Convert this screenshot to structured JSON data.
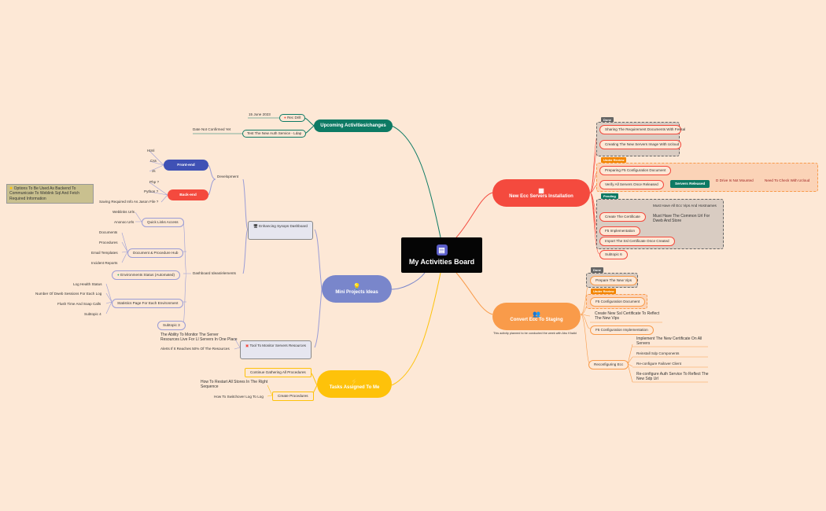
{
  "center": {
    "title": "My Activities Board",
    "icon": "board-icon"
  },
  "upcoming": {
    "title": "Upcoming Activities/changes",
    "items": [
      "Rec Drill",
      "Test The New Auth Service - Ldap"
    ],
    "rec_date": "15 June 2023",
    "ldap_note": "Date Not Confirmed Yet"
  },
  "mini": {
    "title": "Mini Projects Ideas",
    "enhancing": "Enhancing Sysops Dashboard",
    "development": "Development",
    "frontend": "Front-end",
    "frontend_items": [
      "Html",
      "Css",
      "Js"
    ],
    "backend": "Back-end",
    "backend_items": [
      "Php ?",
      "Python ?",
      "Saving Required Info As Jason File ?"
    ],
    "backend_note": "Options To Be Used As Backend To Communicate To Weblink Sql And Fetch Required Information",
    "dashboard": "Dashboard Ideas/elements",
    "quick_links": "Quick Links Access",
    "quick_items": [
      "Weblinks Urls",
      "Anonoo Urls"
    ],
    "docs_hub": "Document & Procedure Hub",
    "docs_items": [
      "Documents",
      "Procedures",
      "Email Templates",
      "Incident Reports"
    ],
    "env_status": "Environments Status (Automated)",
    "stats": "Statistics Page For Each Environment",
    "stats_items": [
      "Log Health Status",
      "Number Of Dweb Sessions For Each Log",
      "Flush Time And Soap Calls",
      "Subtopic 4"
    ],
    "subtopic3": "Subtopic 3",
    "tool": "Tool To Monitor Servers Resources",
    "tool_items": [
      "The Ability To Monitor The Server Resources Live For Ll Servers In One Place",
      "Alerts If It Reaches 50% Of The Resources"
    ]
  },
  "tasks": {
    "title": "Tasks Assigned To Me",
    "items": [
      "Continue Gathering All Procedures",
      "Create Procedures"
    ],
    "create_items": [
      "How To Restart All Stores In The Right Sequence",
      "How To Switchover Log To Log"
    ]
  },
  "ecc": {
    "title": "New Ecc Servers Installation",
    "done": "Done",
    "done_items": [
      "Sharing The Requirement Documents With Fessal",
      "Creating The New Servers Image With Ucloud"
    ],
    "under": "Under Review",
    "under_items": [
      "Preparing F5 Configuration Document",
      "Verify All Servers Once Released"
    ],
    "released": "Servers Released",
    "released_items": [
      "D Drive Is Not Mounted",
      "Need To Check With Ucloud"
    ],
    "pending": "Pending",
    "pending_items": [
      "Create The Certificate",
      "F5 Implementation",
      "Import The Ssl  Certificate Once Created"
    ],
    "cert_items": [
      "Must Have All Ecc Vips And Hostnames",
      "Must Have The Common Url For Dweb And Store"
    ],
    "subtopic6": "Subtopic 6"
  },
  "staging": {
    "title": "Convert Ecc To Staging",
    "note": "This activity planned to be conducted the week with Abu Khalid",
    "done": "Done",
    "done_items": [
      "Prepare The New Vips"
    ],
    "under": "Under Review",
    "under_items": [
      "F5 Configuration Document"
    ],
    "items": [
      "Create New Ssl Certificate To Reflect The New Vips",
      "F5 Configuration  Implementation",
      "Reconfiguring Ecc"
    ],
    "reconf_items": [
      "Implement The New Certificate On All Servers",
      "Reinstall Sdp  Components",
      "Re-configure Failover Client",
      "Re-configure Auth Service To Reflect The New Sdp Url"
    ]
  },
  "colors": {
    "bg": "#fde8d6",
    "upcoming": "#0d7a64",
    "mini": "#7986cb",
    "tasks": "#fec20a",
    "ecc": "#f44a3e",
    "staging": "#f99b4a"
  }
}
